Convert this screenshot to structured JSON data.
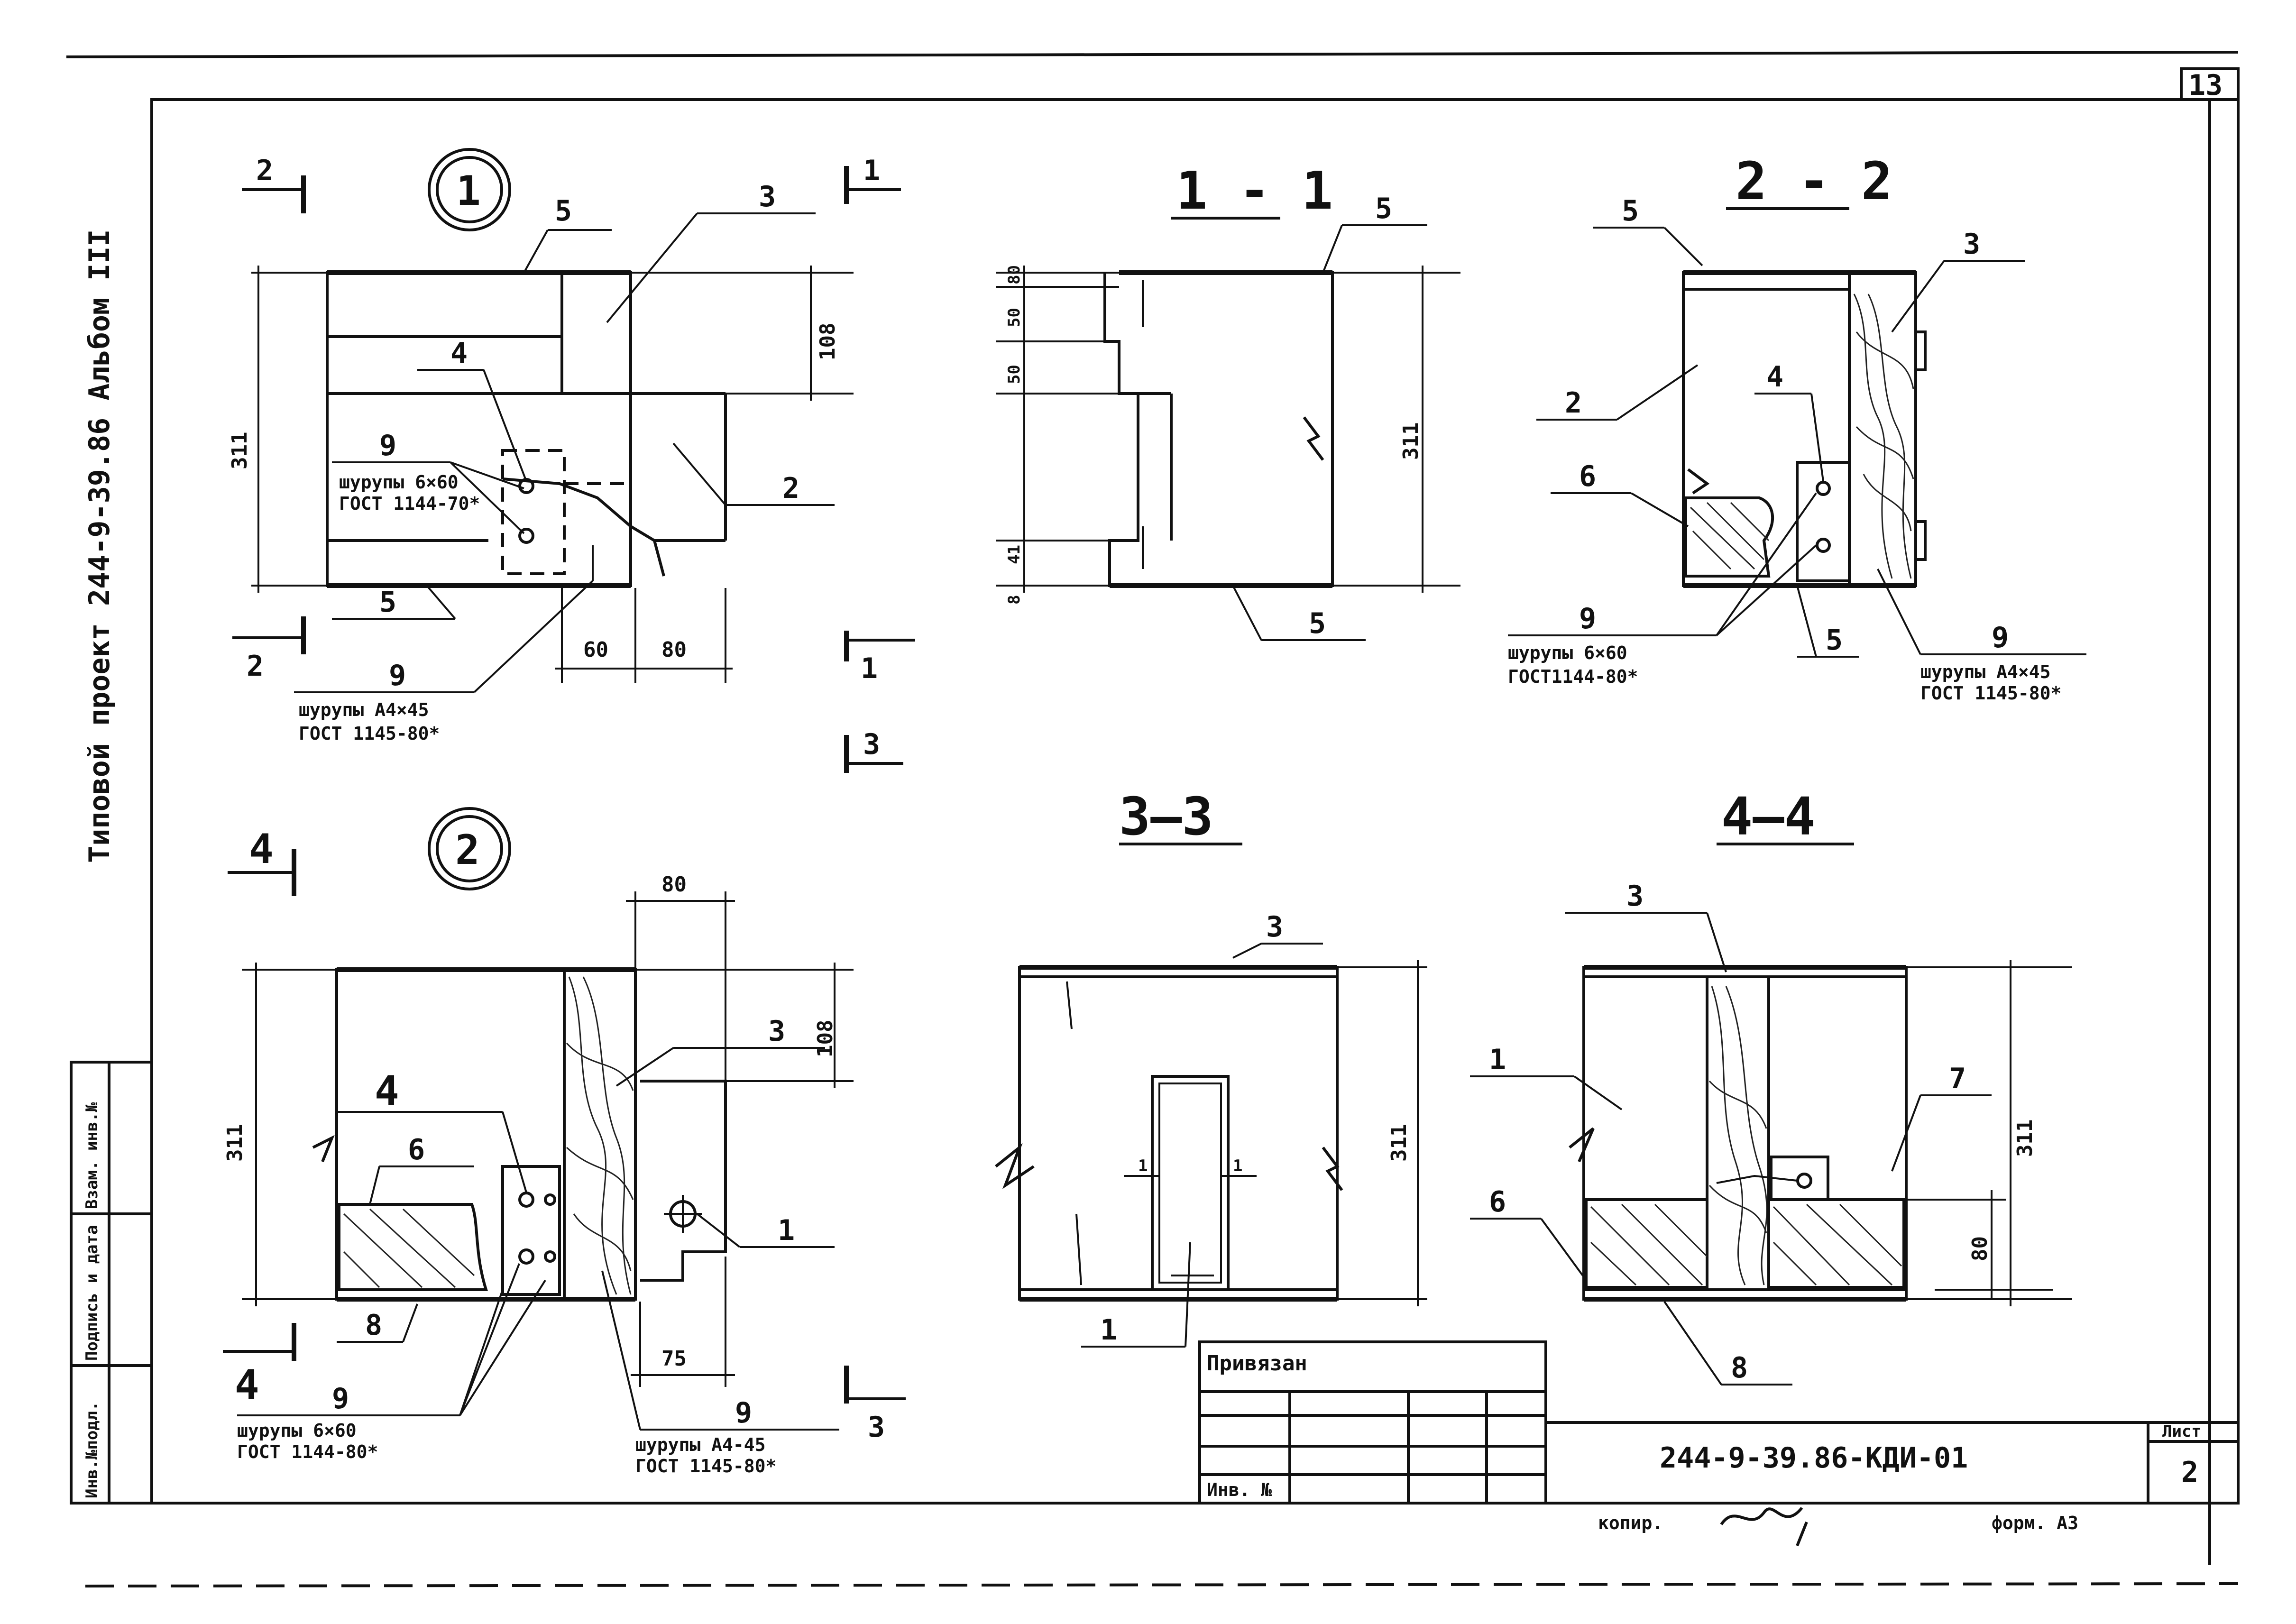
{
  "sheet": {
    "sheet_number": "13",
    "side_title": "Типовой проект 244-9-39.86 Альбом III",
    "stamp_side": [
      "Инв.№подл.",
      "Подпись и дата",
      "Взам. инв.№"
    ],
    "copy_label": "копир.",
    "format_label": "форм. А3",
    "title_block": {
      "bound_label": "Привязан",
      "inv_label": "Инв. №",
      "code": "244-9-39.86-КДИ-01",
      "list_label": "Лист",
      "list_number": "2"
    }
  },
  "views": {
    "node1": {
      "marker": "1",
      "cut_labels": [
        "2",
        "2",
        "1",
        "1",
        "3"
      ],
      "callouts": [
        "5",
        "3",
        "4",
        "9",
        "2",
        "5",
        "9"
      ],
      "note_a": [
        "шурупы 6×60",
        "ГОСТ 1144-70*"
      ],
      "note_b": [
        "шурупы А4×45",
        "ГОСТ 1145-80*"
      ],
      "dims": [
        "311",
        "108",
        "60",
        "80"
      ]
    },
    "sec11": {
      "title": "1 - 1",
      "callouts": [
        "5",
        "5"
      ],
      "dims": [
        "80",
        "50",
        "50",
        "41",
        "8",
        "311"
      ]
    },
    "sec22": {
      "title": "2 - 2",
      "callouts": [
        "5",
        "3",
        "2",
        "4",
        "6",
        "9",
        "5",
        "9"
      ],
      "note_a": [
        "шурупы 6×60",
        "ГОСТ1144-80*"
      ],
      "note_b": [
        "шурупы А4×45",
        "ГОСТ 1145-80*"
      ]
    },
    "node2": {
      "marker": "2",
      "cut_labels": [
        "4",
        "4",
        "3"
      ],
      "callouts": [
        "3",
        "4",
        "6",
        "1",
        "8",
        "9",
        "9"
      ],
      "note_a": [
        "шурупы 6×60",
        "ГОСТ 1144-80*"
      ],
      "note_b": [
        "шурупы А4-45",
        "ГОСТ 1145-80*"
      ],
      "dims": [
        "80",
        "108",
        "311",
        "75"
      ]
    },
    "sec33": {
      "title": "3—3",
      "callouts": [
        "3",
        "1"
      ],
      "dims": [
        "311",
        "1",
        "1"
      ]
    },
    "sec44": {
      "title": "4—4",
      "callouts": [
        "3",
        "1",
        "7",
        "6",
        "8"
      ],
      "dims": [
        "311",
        "80"
      ]
    }
  }
}
